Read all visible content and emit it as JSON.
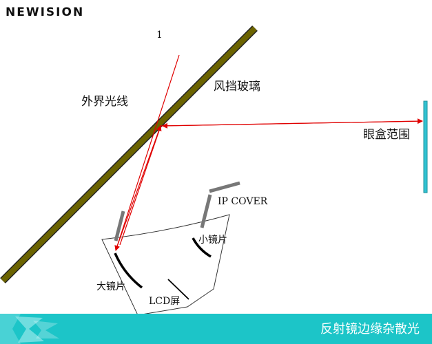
{
  "brand": {
    "logo_text": "NEWISION"
  },
  "labels": {
    "ray_number": "1",
    "windshield": "风挡玻璃",
    "outside_light": "外界光线",
    "eyebox": "眼盒范围",
    "ip_cover": "IP COVER",
    "small_mirror": "小镜片",
    "large_mirror": "大镜片",
    "lcd": "LCD屏"
  },
  "footer": {
    "title": "反射镜边缘杂散光"
  },
  "colors": {
    "windshield_fill": "#6b6300",
    "ray": "#e00000",
    "eyebox": "#32c3d2",
    "mirror_mount": "#7a7a7a",
    "footer_bg": "#1cc5c8"
  }
}
